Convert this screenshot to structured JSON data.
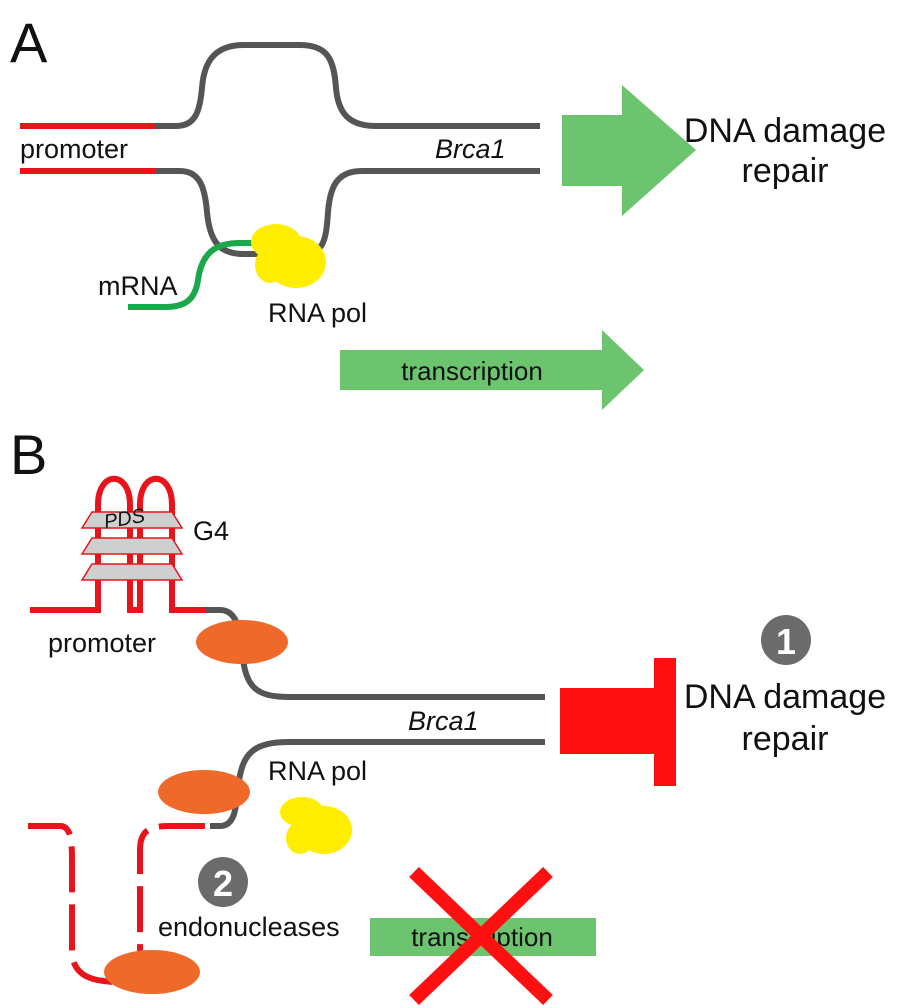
{
  "panel_a": {
    "letter": "A",
    "promoter_label": "promoter",
    "gene_label": "Brca1",
    "mrna_label": "mRNA",
    "rna_pol_label": "RNA pol",
    "outcome_line1": "DNA damage",
    "outcome_line2": "repair",
    "transcription_label": "transcription"
  },
  "panel_b": {
    "letter": "B",
    "pds_label": "PDS",
    "g4_label": "G4",
    "promoter_label": "promoter",
    "gene_label": "Brca1",
    "rna_pol_label": "RNA pol",
    "marker_1": "1",
    "outcome_line1": "DNA damage",
    "outcome_line2": "repair",
    "marker_2": "2",
    "endonucleases_label": "endonucleases",
    "transcription_label": "transcription"
  },
  "colors": {
    "dna": "#555555",
    "promoter": "#e8141c",
    "mrna": "#1aa84a",
    "rna_pol": "#ffee00",
    "arrow": "#6cc46f",
    "block": "#ff1010",
    "endonuclease": "#ef6a2a",
    "marker": "#6b6b6b",
    "g4_plane": "#cfcfcf"
  }
}
